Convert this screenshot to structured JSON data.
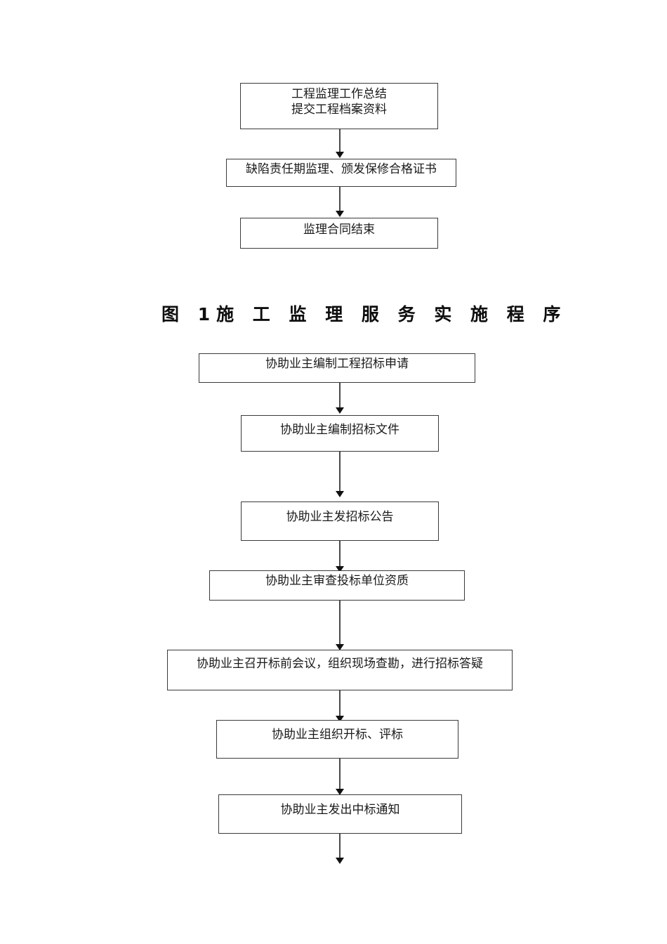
{
  "document": {
    "title": "施工监理服务实施程序流程图",
    "background_color": "#ffffff",
    "box_border_color": "#3a3a3a",
    "connector_color": "#4a4a4a",
    "text_color": "#1a1a1a"
  },
  "chart_data": {
    "type": "diagram",
    "title": "图 1施 工 监 理 服 务 实 施 程 序",
    "orientation": "top-to-bottom",
    "sections": [
      {
        "id": "section-upper",
        "nodes": [
          {
            "id": "n1",
            "line1": "工程监理工作总结",
            "line2": "提交工程档案资料"
          },
          {
            "id": "n2",
            "line1": "缺陷责任期监理、颁发保修合格证书"
          },
          {
            "id": "n3",
            "line1": "监理合同结束"
          }
        ],
        "edges": [
          {
            "from": "n1",
            "to": "n2"
          },
          {
            "from": "n2",
            "to": "n3"
          }
        ]
      },
      {
        "id": "section-lower",
        "nodes": [
          {
            "id": "m1",
            "line1": "协助业主编制工程招标申请"
          },
          {
            "id": "m2",
            "line1": "协助业主编制招标文件"
          },
          {
            "id": "m3",
            "line1": "协助业主发招标公告"
          },
          {
            "id": "m4",
            "line1": "协助业主审查投标单位资质"
          },
          {
            "id": "m5",
            "line1": "协助业主召开标前会议，组织现场查勘，进行招标答疑"
          },
          {
            "id": "m6",
            "line1": "协助业主组织开标、评标"
          },
          {
            "id": "m7",
            "line1": "协助业主发出中标通知"
          }
        ],
        "edges": [
          {
            "from": "m1",
            "to": "m2"
          },
          {
            "from": "m2",
            "to": "m3"
          },
          {
            "from": "m3",
            "to": "m4"
          },
          {
            "from": "m4",
            "to": "m5"
          },
          {
            "from": "m5",
            "to": "m6"
          },
          {
            "from": "m6",
            "to": "m7"
          },
          {
            "from": "m7",
            "to": "continues-off-page"
          }
        ]
      }
    ]
  }
}
